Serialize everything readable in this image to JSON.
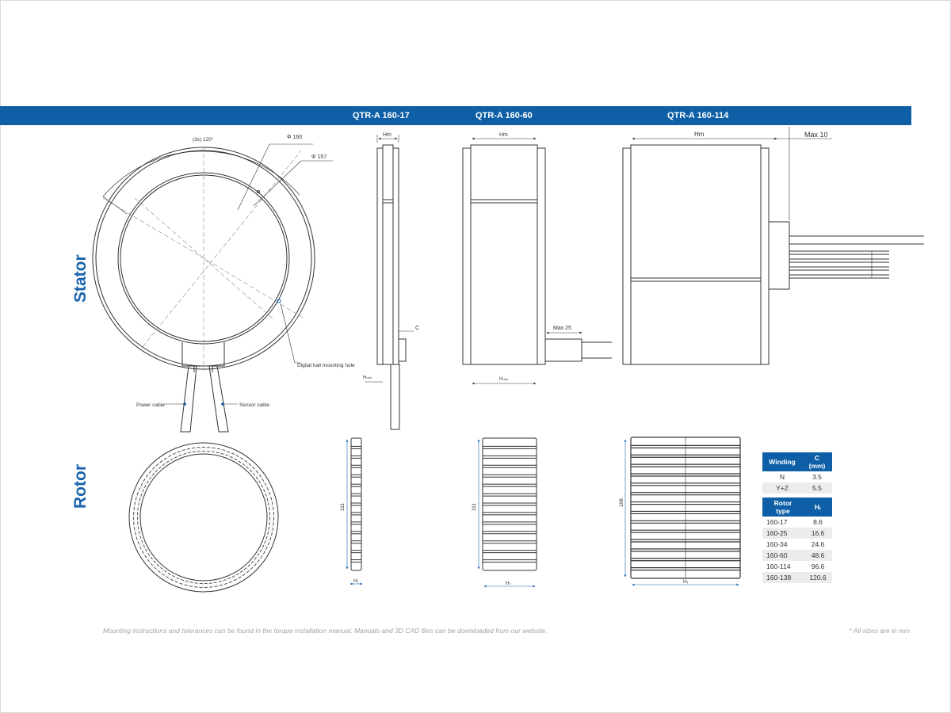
{
  "header": {
    "models": [
      "QTR-A 160-17",
      "QTR-A 160-60",
      "QTR-A 160-114"
    ]
  },
  "sections": {
    "stator": "Stator",
    "rotor": "Rotor"
  },
  "annotations": {
    "angle": "(3x) 120°",
    "dia_outer": "Φ 160",
    "dia_inner": "Φ 157",
    "hall_hole": "Digital hall mounting hole",
    "power_cable": "Power cable",
    "sensor_cable": "Sensor cable",
    "c_dim": "C",
    "hm": "Hm",
    "hmin": "Hₘᵢₙ",
    "max25": "Max 25",
    "max10": "Max 10",
    "h_r": "Hᵣ",
    "dim_111": "111",
    "dim_108": "108"
  },
  "winding_table": {
    "headers": [
      "Winding",
      "C (mm)"
    ],
    "rows": [
      [
        "N",
        "3.5"
      ],
      [
        "Y+Z",
        "5.5"
      ]
    ]
  },
  "rotor_table": {
    "headers": [
      "Rotor type",
      "Hᵣ"
    ],
    "rows": [
      [
        "160-17",
        "8.6"
      ],
      [
        "160-25",
        "16.6"
      ],
      [
        "160-34",
        "24.6"
      ],
      [
        "160-60",
        "48.6"
      ],
      [
        "160-114",
        "96.6"
      ],
      [
        "160-138",
        "120.6"
      ]
    ]
  },
  "footer": {
    "left": "Mounting instructions and tolerances can be found in the torque installation manual. Manuals and 3D CAD files can be downloaded from our website.",
    "right": "* All sizes are in mm"
  },
  "colors": {
    "banner": "#0e5fa6",
    "accent": "#1a64ad",
    "line": "#333333"
  }
}
